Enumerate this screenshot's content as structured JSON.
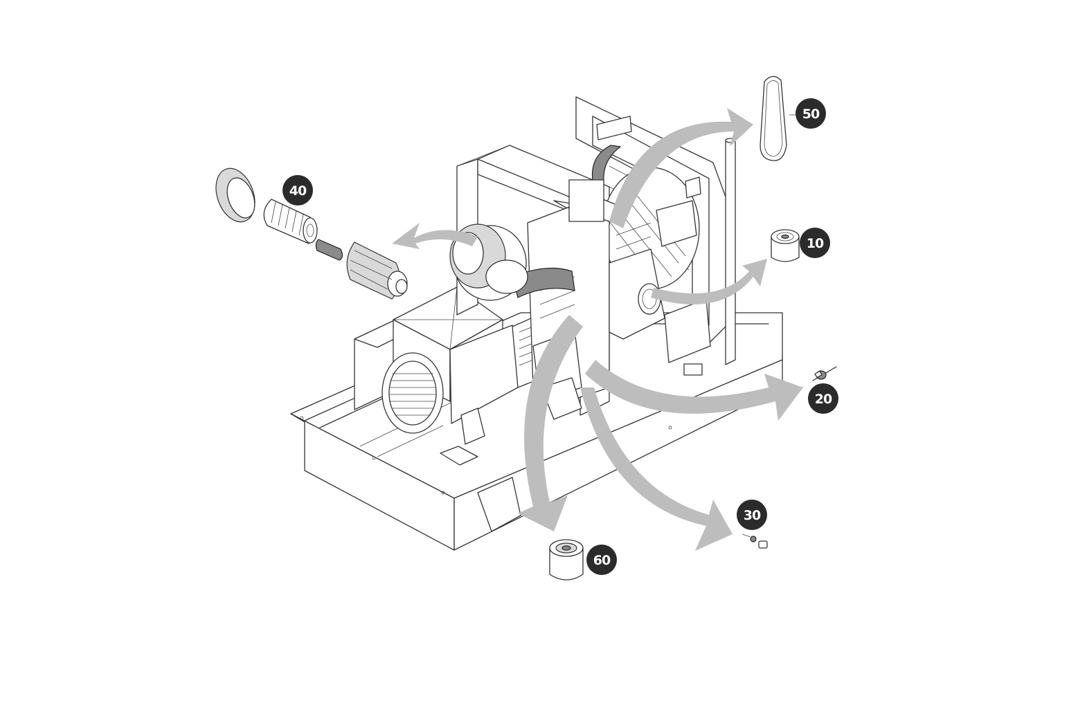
{
  "diagram": {
    "callouts": [
      {
        "id": "c50",
        "label": "50",
        "icon": "belt-icon"
      },
      {
        "id": "c10",
        "label": "10",
        "icon": "fuel-filter-icon"
      },
      {
        "id": "c20",
        "label": "20",
        "icon": "fuel-prefilter-icon"
      },
      {
        "id": "c30",
        "label": "30",
        "icon": "drain-plug-icon"
      },
      {
        "id": "c40",
        "label": "40",
        "icon": "air-filter-icon"
      },
      {
        "id": "c60",
        "label": "60",
        "icon": "oil-filter-icon"
      }
    ],
    "colors": {
      "badge": "#2b2b2b",
      "badge_text": "#ffffff",
      "arrow": "#bdbdbd",
      "line": "#333333",
      "background": "#ffffff"
    }
  }
}
